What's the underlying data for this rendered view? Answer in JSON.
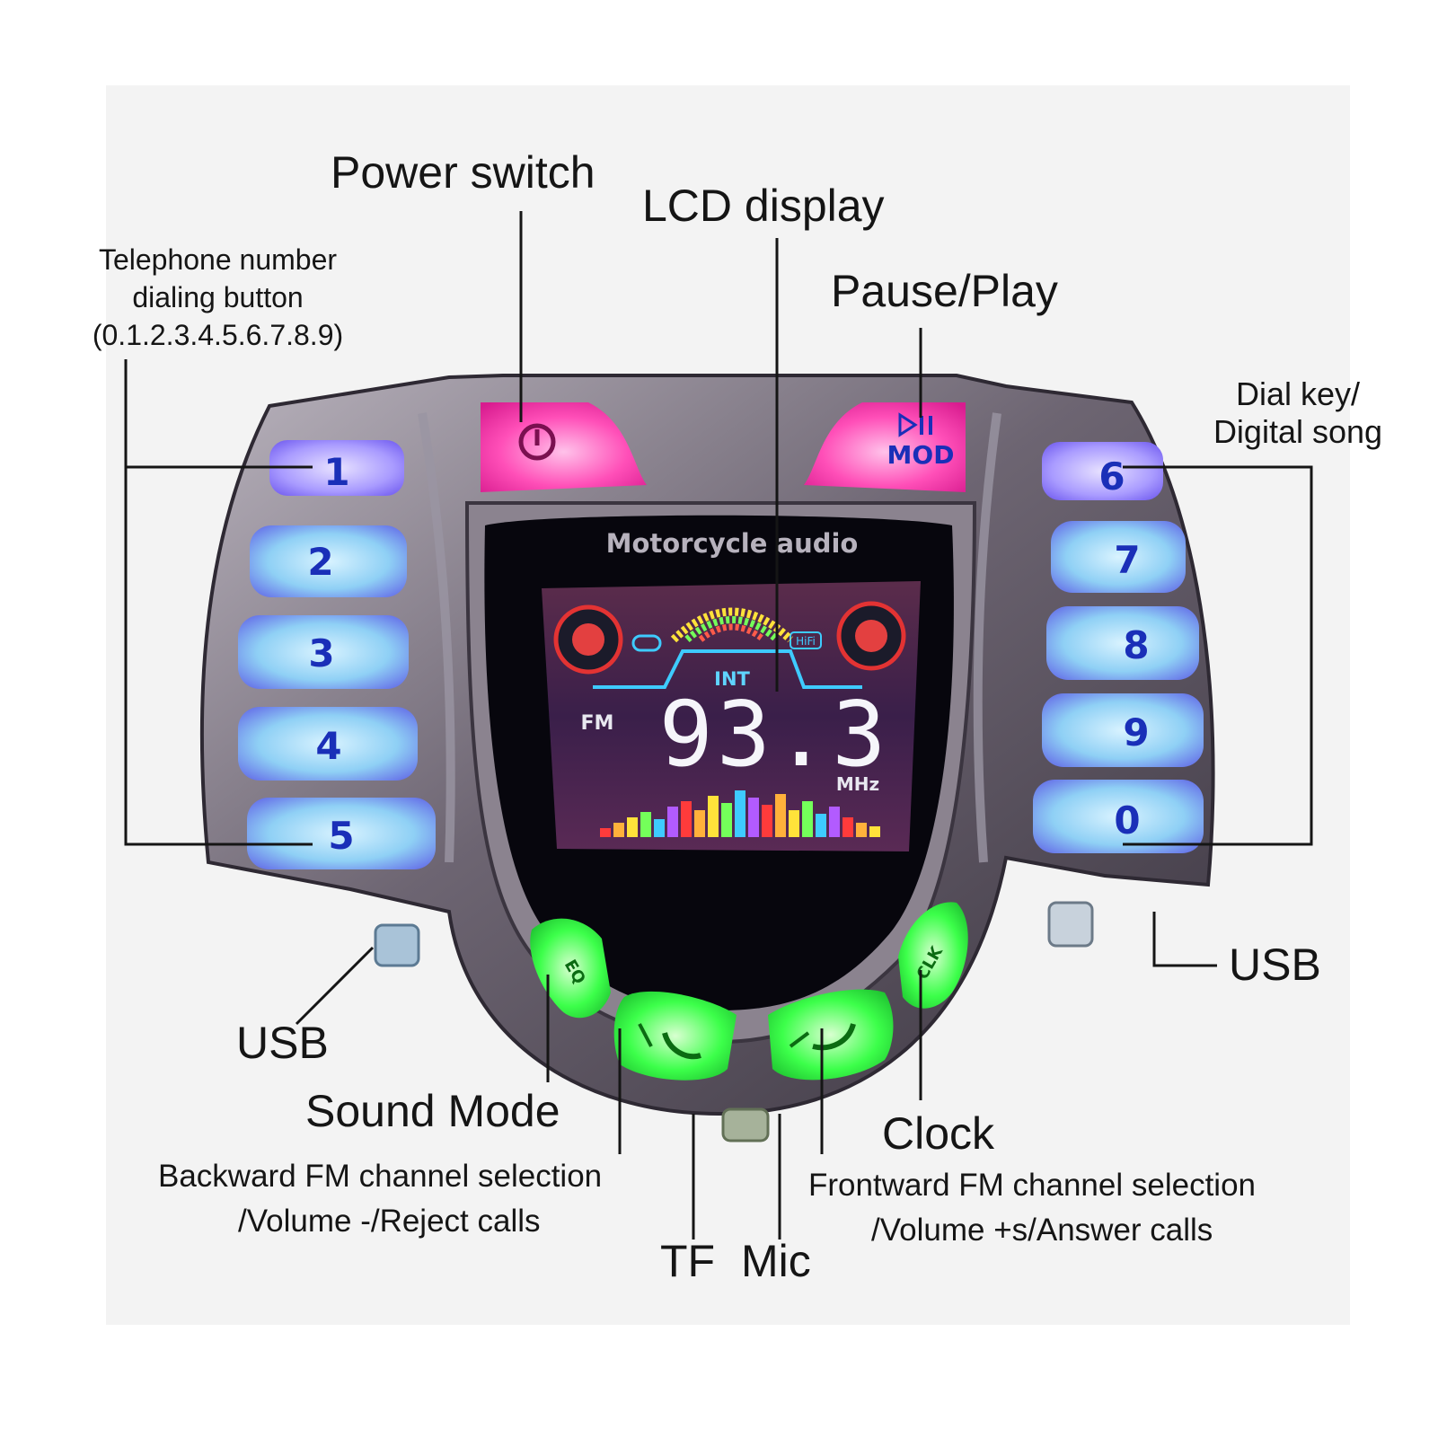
{
  "labels": {
    "power_switch": "Power switch",
    "lcd_display": "LCD display",
    "pause_play": "Pause/Play",
    "telephone_line1": "Telephone number",
    "telephone_line2": "dialing button",
    "telephone_line3": "(0.1.2.3.4.5.6.7.8.9)",
    "dial_key_line1": "Dial key/",
    "dial_key_line2": "Digital song",
    "usb_left": "USB",
    "usb_right": "USB",
    "sound_mode": "Sound Mode",
    "clock": "Clock",
    "backward_line1": "Backward FM channel selection",
    "backward_line2": "/Volume -/Reject calls",
    "frontward_line1": "Frontward FM channel selection",
    "frontward_line2": "/Volume +s/Answer calls",
    "tf": "TF",
    "mic": "Mic"
  },
  "device": {
    "brand_text": "Motorcycle audio",
    "lcd": {
      "mode": "INT",
      "band": "FM",
      "frequency": "93.3",
      "unit": "MHz",
      "hifi": "HiFi"
    },
    "left_keys": [
      "1",
      "2",
      "3",
      "4",
      "5"
    ],
    "right_keys": [
      "6",
      "7",
      "8",
      "9",
      "0"
    ],
    "mod_key": "MOD",
    "eq_key": "EQ",
    "clk_key": "CLK",
    "colors": {
      "blue_key": "#8fd0f5",
      "pink_key": "#ff4fb8",
      "green_key": "#3cff4a",
      "bezel": "#7c7480",
      "screen": "#07060d"
    },
    "icons": {
      "power": "power-icon",
      "play_pause": "play-pause-icon",
      "prev_call": "phone-reject-icon",
      "next_call": "phone-answer-icon"
    }
  }
}
